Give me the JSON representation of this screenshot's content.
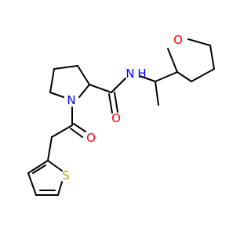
{
  "molecule": {
    "atom_labels": {
      "O_ring": "O",
      "N_amide": "N",
      "H_amide": "H",
      "O_amide": "O",
      "N_pyrrolidine": "N",
      "O_ketone": "O",
      "S_thiophene": "S"
    },
    "colors": {
      "bond": "#000000",
      "oxygen": "#ff0000",
      "nitrogen": "#0000ff",
      "sulfur": "#b8a000"
    }
  }
}
